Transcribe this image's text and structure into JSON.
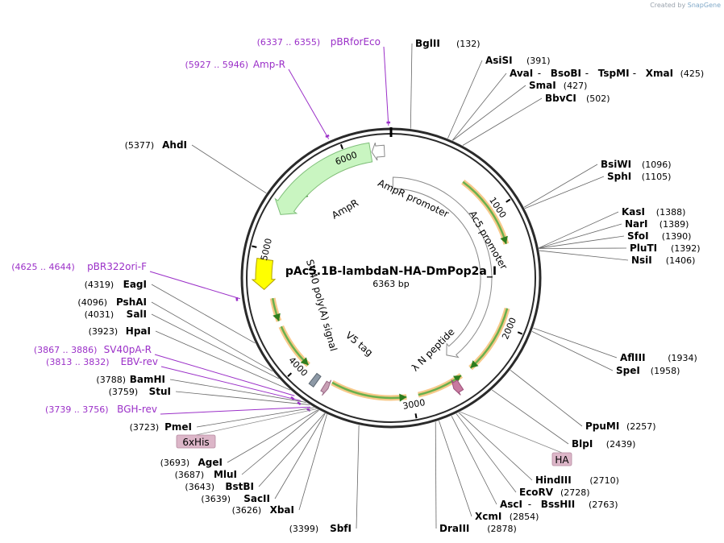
{
  "credit": {
    "prefix": "Created by",
    "brand": "SnapGene"
  },
  "plasmid": {
    "name": "pAc5.1B-lambdaN-HA-DmPop2a_I",
    "length": 6363,
    "length_label": "6363 bp"
  },
  "colors": {
    "backbone": "#2a2a2a",
    "enzyme_text": "#000000",
    "primer_text": "#9b30c8",
    "tick": "#555555"
  },
  "ticks": [
    {
      "pos": 1000,
      "label": "1000"
    },
    {
      "pos": 2000,
      "label": "2000"
    },
    {
      "pos": 3000,
      "label": "3000"
    },
    {
      "pos": 4000,
      "label": "4000"
    },
    {
      "pos": 5000,
      "label": "5000"
    },
    {
      "pos": 6000,
      "label": "6000"
    }
  ],
  "enzymes_right": [
    {
      "names": [
        "BglII"
      ],
      "pos": 132,
      "coord": "(132)"
    },
    {
      "names": [
        "AsiSI"
      ],
      "pos": 391,
      "coord": "(391)"
    },
    {
      "names": [
        "AvaI",
        "BsoBI",
        "TspMI",
        "XmaI"
      ],
      "pos": 425,
      "coord": "(425)"
    },
    {
      "names": [
        "SmaI"
      ],
      "pos": 427,
      "coord": "(427)"
    },
    {
      "names": [
        "BbvCI"
      ],
      "pos": 502,
      "coord": "(502)"
    },
    {
      "names": [
        "BsiWI"
      ],
      "pos": 1096,
      "coord": "(1096)"
    },
    {
      "names": [
        "SphI"
      ],
      "pos": 1105,
      "coord": "(1105)"
    },
    {
      "names": [
        "KasI"
      ],
      "pos": 1388,
      "coord": "(1388)"
    },
    {
      "names": [
        "NarI"
      ],
      "pos": 1389,
      "coord": "(1389)"
    },
    {
      "names": [
        "SfoI"
      ],
      "pos": 1390,
      "coord": "(1390)"
    },
    {
      "names": [
        "PluTI"
      ],
      "pos": 1392,
      "coord": "(1392)"
    },
    {
      "names": [
        "NsiI"
      ],
      "pos": 1406,
      "coord": "(1406)"
    },
    {
      "names": [
        "AflIII"
      ],
      "pos": 1934,
      "coord": "(1934)"
    },
    {
      "names": [
        "SpeI"
      ],
      "pos": 1958,
      "coord": "(1958)"
    },
    {
      "names": [
        "PpuMI"
      ],
      "pos": 2257,
      "coord": "(2257)"
    },
    {
      "names": [
        "BlpI"
      ],
      "pos": 2439,
      "coord": "(2439)"
    },
    {
      "names": [
        "HindIII"
      ],
      "pos": 2710,
      "coord": "(2710)"
    },
    {
      "names": [
        "EcoRV"
      ],
      "pos": 2728,
      "coord": "(2728)"
    },
    {
      "names": [
        "AscI",
        "BssHII"
      ],
      "pos": 2763,
      "coord": "(2763)"
    },
    {
      "names": [
        "XcmI"
      ],
      "pos": 2854,
      "coord": "(2854)"
    },
    {
      "names": [
        "DraIII"
      ],
      "pos": 2878,
      "coord": "(2878)"
    }
  ],
  "enzymes_left": [
    {
      "names": [
        "AhdI"
      ],
      "pos": 5377,
      "coord": "(5377)"
    },
    {
      "names": [
        "EagI"
      ],
      "pos": 4319,
      "coord": "(4319)"
    },
    {
      "names": [
        "PshAI"
      ],
      "pos": 4096,
      "coord": "(4096)"
    },
    {
      "names": [
        "SalI"
      ],
      "pos": 4031,
      "coord": "(4031)"
    },
    {
      "names": [
        "HpaI"
      ],
      "pos": 3923,
      "coord": "(3923)"
    },
    {
      "names": [
        "BamHI"
      ],
      "pos": 3788,
      "coord": "(3788)"
    },
    {
      "names": [
        "StuI"
      ],
      "pos": 3759,
      "coord": "(3759)"
    },
    {
      "names": [
        "PmeI"
      ],
      "pos": 3723,
      "coord": "(3723)"
    },
    {
      "names": [
        "AgeI"
      ],
      "pos": 3693,
      "coord": "(3693)"
    },
    {
      "names": [
        "MluI"
      ],
      "pos": 3687,
      "coord": "(3687)"
    },
    {
      "names": [
        "BstBI"
      ],
      "pos": 3643,
      "coord": "(3643)"
    },
    {
      "names": [
        "SacII"
      ],
      "pos": 3639,
      "coord": "(3639)"
    },
    {
      "names": [
        "XbaI"
      ],
      "pos": 3626,
      "coord": "(3626)"
    },
    {
      "names": [
        "SbfI"
      ],
      "pos": 3399,
      "coord": "(3399)"
    }
  ],
  "primers": [
    {
      "name": "pBRforEco",
      "range": "(6337 .. 6355)",
      "pos": 6346
    },
    {
      "name": "Amp-R",
      "range": "(5927 .. 5946)",
      "pos": 5936
    },
    {
      "name": "pBR322ori-F",
      "range": "(4625 .. 4644)",
      "pos": 4634
    },
    {
      "name": "SV40pA-R",
      "range": "(3867 .. 3886)",
      "pos": 3876
    },
    {
      "name": "EBV-rev",
      "range": "(3813 .. 3832)",
      "pos": 3822
    },
    {
      "name": "BGH-rev",
      "range": "(3739 .. 3756)",
      "pos": 3747
    }
  ],
  "tags": [
    {
      "text": "6xHis",
      "pos": 3705
    },
    {
      "text": "HA",
      "pos": 2700
    }
  ],
  "features": [
    {
      "name": "AmpR",
      "label": "AmpR",
      "start": 5300,
      "end": 6200,
      "dir": -1,
      "color": "#c9f5c1",
      "stroke": "#7fbf7a",
      "radius": 158,
      "width": 24
    },
    {
      "name": "AmpR promoter",
      "label": "AmpR promoter",
      "start": 6210,
      "end": 6310,
      "dir": -1,
      "color": "#ffffff",
      "stroke": "#8a8a8a",
      "radius": 158,
      "width": 14
    },
    {
      "name": "Ac5 promoter",
      "label": "Ac5 promoter",
      "start": 20,
      "end": 2550,
      "dir": 1,
      "color": "#ffffff",
      "stroke": "#8a8a8a",
      "radius": 118,
      "width": 14
    },
    {
      "name": "lambda N peptide",
      "label": "λ N peptide",
      "start": 2600,
      "end": 2660,
      "dir": 1,
      "color": "#c87aa0",
      "stroke": "#9b4f7a",
      "radius": 158,
      "width": 14
    },
    {
      "name": "V5 tag",
      "label": "V5 tag",
      "start": 3705,
      "end": 3745,
      "dir": -1,
      "color": "#c9a0b5",
      "stroke": "#9b6a88",
      "radius": 158,
      "width": 14
    },
    {
      "name": "SV40 polyA signal",
      "label": "SV40 poly(A) signal",
      "start": 4680,
      "end": 4920,
      "dir": -1,
      "color": "#ffff00",
      "stroke": "#b0a000",
      "radius": 158,
      "width": 20
    },
    {
      "name": "6xHis tag",
      "label": "",
      "start": 3808,
      "end": 3850,
      "dir": 0,
      "color": "#8d99a6",
      "stroke": "#5a6570",
      "radius": 158,
      "width": 16
    }
  ],
  "inner_arcs": [
    {
      "start": 650,
      "end": 1300,
      "dir": 1
    },
    {
      "start": 1850,
      "end": 2450,
      "dir": 1
    },
    {
      "start": 2550,
      "end": 2950,
      "dir": -1
    },
    {
      "start": 3050,
      "end": 3700,
      "dir": -1
    },
    {
      "start": 3950,
      "end": 4350,
      "dir": -1
    },
    {
      "start": 4400,
      "end": 4600,
      "dir": -1
    },
    {
      "start": 5500,
      "end": 6050,
      "dir": -1
    }
  ],
  "labels": {
    "feature_texts": {
      "ampr": "AmpR",
      "ampr_promoter": "AmpR promoter",
      "ac5": "Ac5 promoter",
      "lambda": "λ N peptide",
      "v5": "V5 tag",
      "sv40": "SV40 poly(A) signal"
    }
  }
}
